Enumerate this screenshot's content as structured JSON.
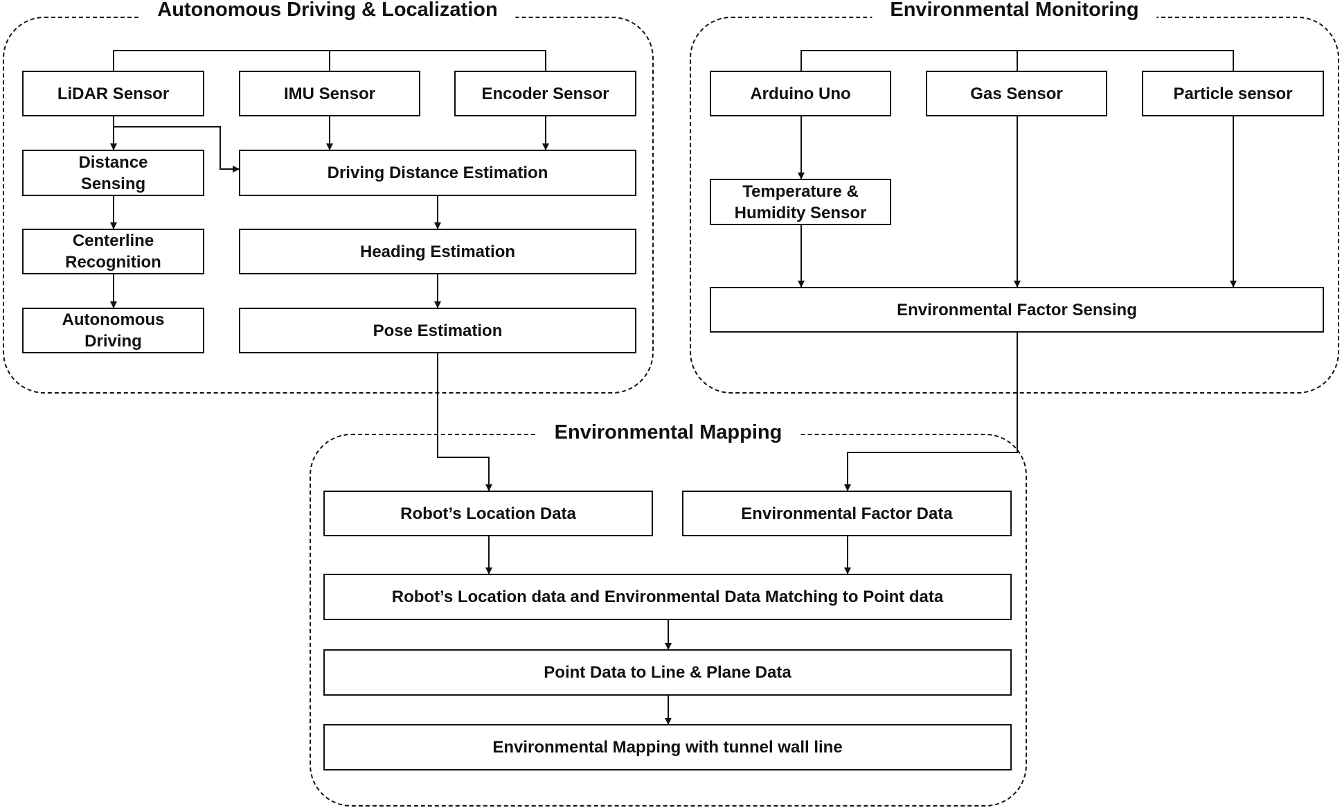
{
  "groups": {
    "autonomous": "Autonomous Driving & Localization",
    "monitoring": "Environmental Monitoring",
    "mapping": "Environmental Mapping"
  },
  "nodes": {
    "lidar": "LiDAR Sensor",
    "imu": "IMU Sensor",
    "encoder": "Encoder Sensor",
    "distance_sensing": "Distance Sensing",
    "driving_distance": "Driving Distance Estimation",
    "centerline": "Centerline Recognition",
    "heading": "Heading Estimation",
    "autonomous_driving": "Autonomous Driving",
    "pose": "Pose Estimation",
    "arduino": "Arduino Uno",
    "gas": "Gas Sensor",
    "particle": "Particle sensor",
    "temp_humidity": "Temperature & Humidity Sensor",
    "env_factor_sensing": "Environmental Factor Sensing",
    "robot_location": "Robot’s Location Data",
    "env_factor_data": "Environmental Factor Data",
    "matching": "Robot’s Location data and Environmental Data Matching to Point data",
    "line_plane": "Point Data to Line & Plane Data",
    "wall_mapping": "Environmental Mapping with tunnel wall line"
  }
}
